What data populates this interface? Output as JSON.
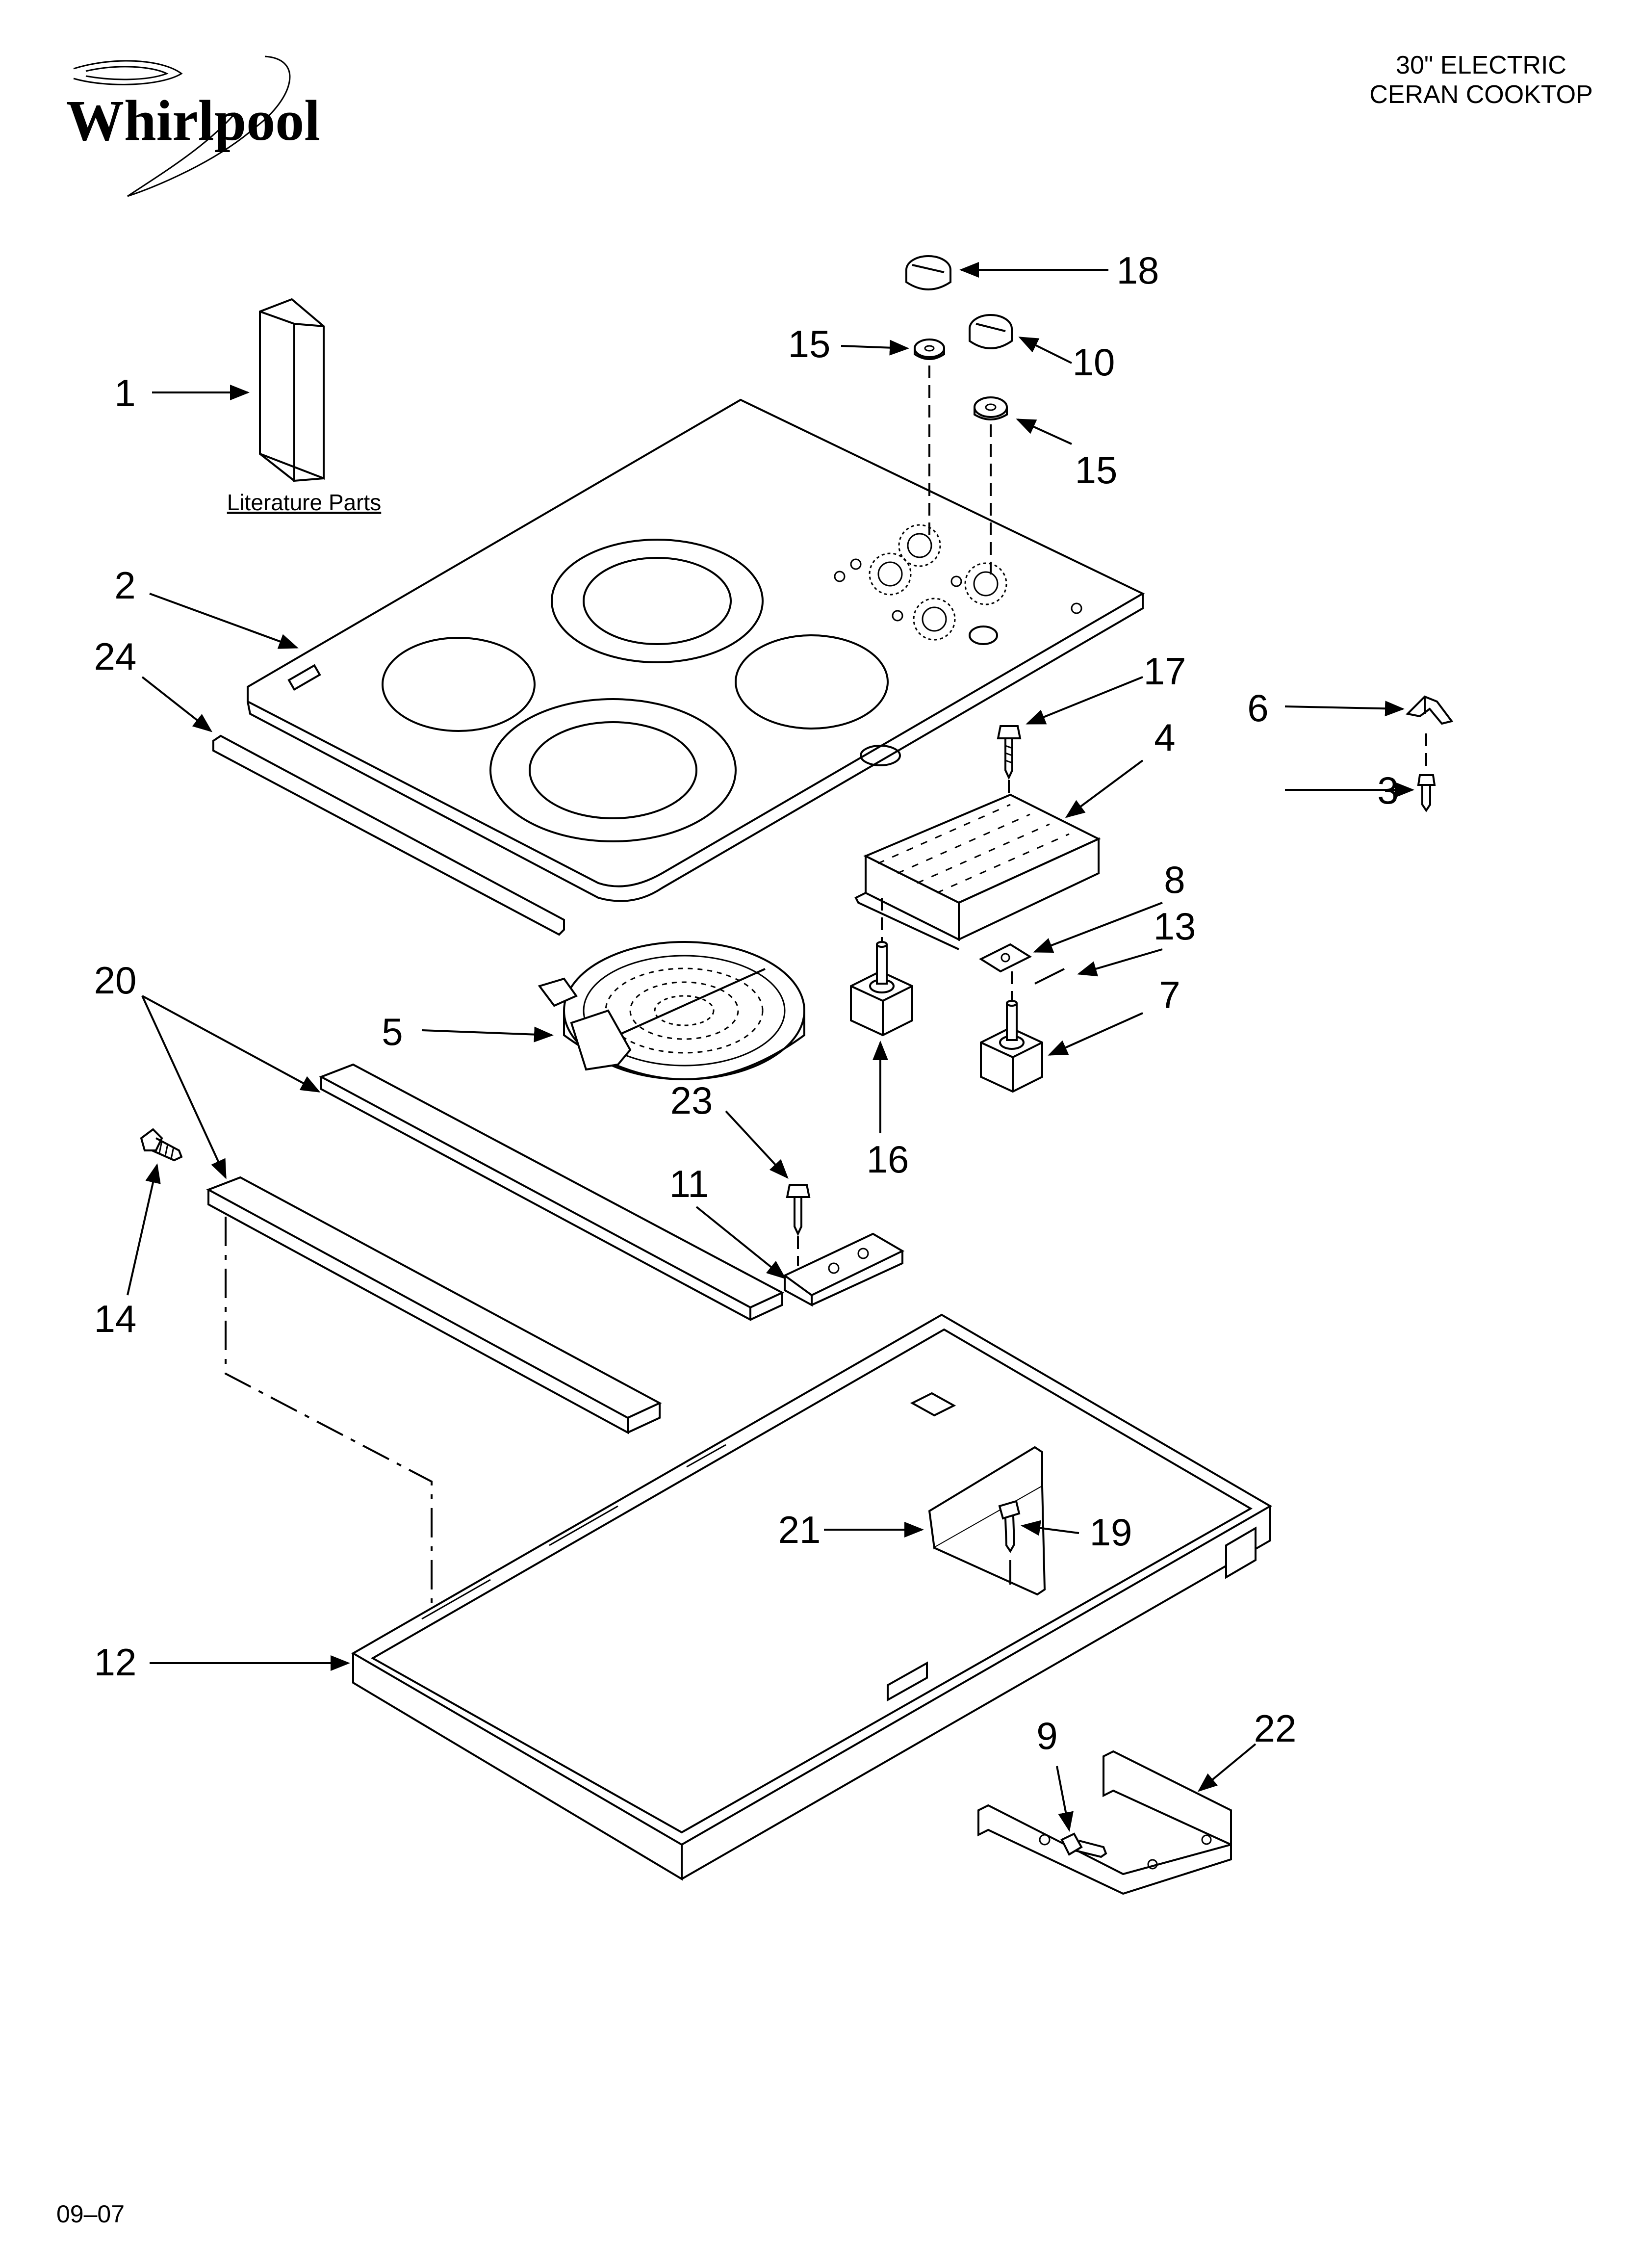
{
  "brand": {
    "logo_text": "Whirlpool"
  },
  "header": {
    "title_line1": "30\" ELECTRIC",
    "title_line2": "CERAN COOKTOP"
  },
  "literature_label": "Literature Parts",
  "footer": {
    "date_code": "09–07"
  },
  "callouts": [
    {
      "id": "c1",
      "label": "1"
    },
    {
      "id": "c2",
      "label": "2"
    },
    {
      "id": "c3",
      "label": "3"
    },
    {
      "id": "c4",
      "label": "4"
    },
    {
      "id": "c5",
      "label": "5"
    },
    {
      "id": "c6",
      "label": "6"
    },
    {
      "id": "c7",
      "label": "7"
    },
    {
      "id": "c8",
      "label": "8"
    },
    {
      "id": "c9",
      "label": "9"
    },
    {
      "id": "c10",
      "label": "10"
    },
    {
      "id": "c11",
      "label": "11"
    },
    {
      "id": "c12",
      "label": "12"
    },
    {
      "id": "c13",
      "label": "13"
    },
    {
      "id": "c14",
      "label": "14"
    },
    {
      "id": "c15a",
      "label": "15"
    },
    {
      "id": "c15b",
      "label": "15"
    },
    {
      "id": "c16",
      "label": "16"
    },
    {
      "id": "c17",
      "label": "17"
    },
    {
      "id": "c18",
      "label": "18"
    },
    {
      "id": "c19",
      "label": "19"
    },
    {
      "id": "c20",
      "label": "20"
    },
    {
      "id": "c21",
      "label": "21"
    },
    {
      "id": "c22",
      "label": "22"
    },
    {
      "id": "c23",
      "label": "23"
    },
    {
      "id": "c24",
      "label": "24"
    }
  ]
}
